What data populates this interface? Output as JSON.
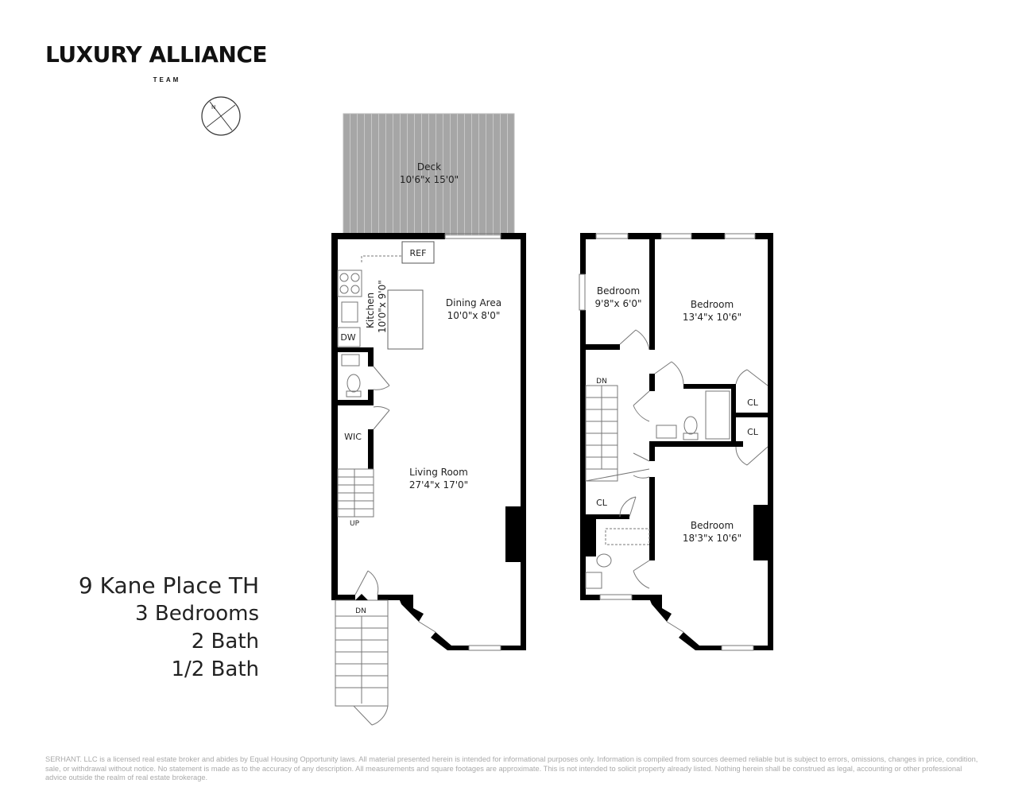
{
  "brand": {
    "name": "LUXURY ALLIANCE",
    "sub": "TEAM"
  },
  "property": {
    "address": "9 Kane Place TH",
    "bedrooms": "3 Bedrooms",
    "baths": "2 Bath",
    "half_baths": "1/2 Bath"
  },
  "compass": {
    "icon": "compass-north-icon",
    "label": "N"
  },
  "first_floor": {
    "deck": {
      "name": "Deck",
      "size": "10'6\"x 15'0\""
    },
    "kitchen": {
      "name": "Kitchen",
      "size": "10'0\"x 9'0\""
    },
    "dining": {
      "name": "Dining Area",
      "size": "10'0\"x 8'0\""
    },
    "living": {
      "name": "Living Room",
      "size": "27'4\"x 17'0\""
    },
    "ref": "REF",
    "dw": "DW",
    "wic": "WIC",
    "up": "UP",
    "dn": "DN"
  },
  "second_floor": {
    "bedroom1": {
      "name": "Bedroom",
      "size": "9'8\"x 6'0\""
    },
    "bedroom2": {
      "name": "Bedroom",
      "size": "13'4\"x 10'6\""
    },
    "bedroom3": {
      "name": "Bedroom",
      "size": "18'3\"x 10'6\""
    },
    "dn": "DN",
    "cl": "CL"
  },
  "disclaimer": "SERHANT. LLC is a licensed real estate broker and abides by Equal Housing Opportunity laws. All material presented herein is intended for informational purposes only. Information is compiled from sources deemed reliable but is subject to errors, omissions, changes in price, condition, sale, or withdrawal without notice. No statement is made as to the accuracy of any description. All measurements and square footages are approximate. This is not intended to solicit property already listed. Nothing herein shall be construed as legal, accounting or other professional advice outside the realm of real estate brokerage."
}
